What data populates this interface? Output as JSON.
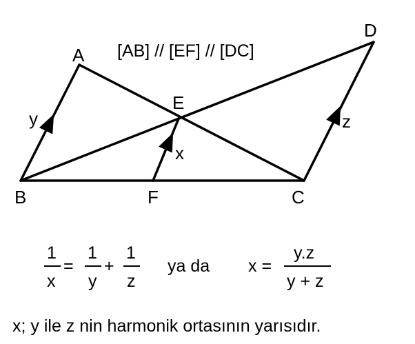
{
  "diagram": {
    "header": "[AB] // [EF] // [DC]",
    "points": {
      "A": "A",
      "B": "B",
      "C": "C",
      "D": "D",
      "E": "E",
      "F": "F"
    },
    "segment_labels": {
      "AB": "y",
      "EF": "x",
      "DC": "z"
    }
  },
  "formula": {
    "one": "1",
    "x": "x",
    "y": "y",
    "z": "z",
    "equals": "=",
    "plus": "+",
    "connector": "ya da",
    "lhs": "x =",
    "numerator": "y.z",
    "denominator": "y + z"
  },
  "caption": "x; y ile z nin harmonik ortasının yarısıdır."
}
